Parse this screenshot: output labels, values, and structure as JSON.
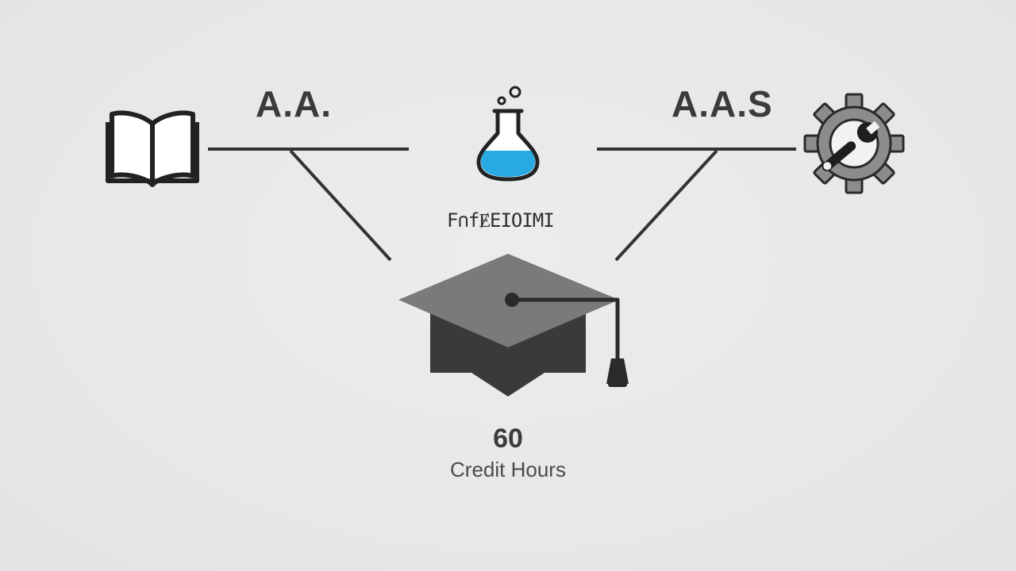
{
  "degrees": {
    "left_label": "A.A.",
    "middle_label": "F∩fɆEIOIMI",
    "right_label": "A.A.S"
  },
  "credits": {
    "value": "60",
    "caption": "Credit Hours"
  },
  "icons": {
    "left": "open-book-icon",
    "middle": "flask-icon",
    "right": "gear-wrench-icon",
    "center": "graduation-cap-icon"
  },
  "colors": {
    "background": "#e8e9eb",
    "line": "#333335",
    "flask_liquid": "#29a9e1",
    "cap_top": "#7a7a7c",
    "cap_body": "#3a3a3c",
    "gear": "#8c8c8e"
  }
}
